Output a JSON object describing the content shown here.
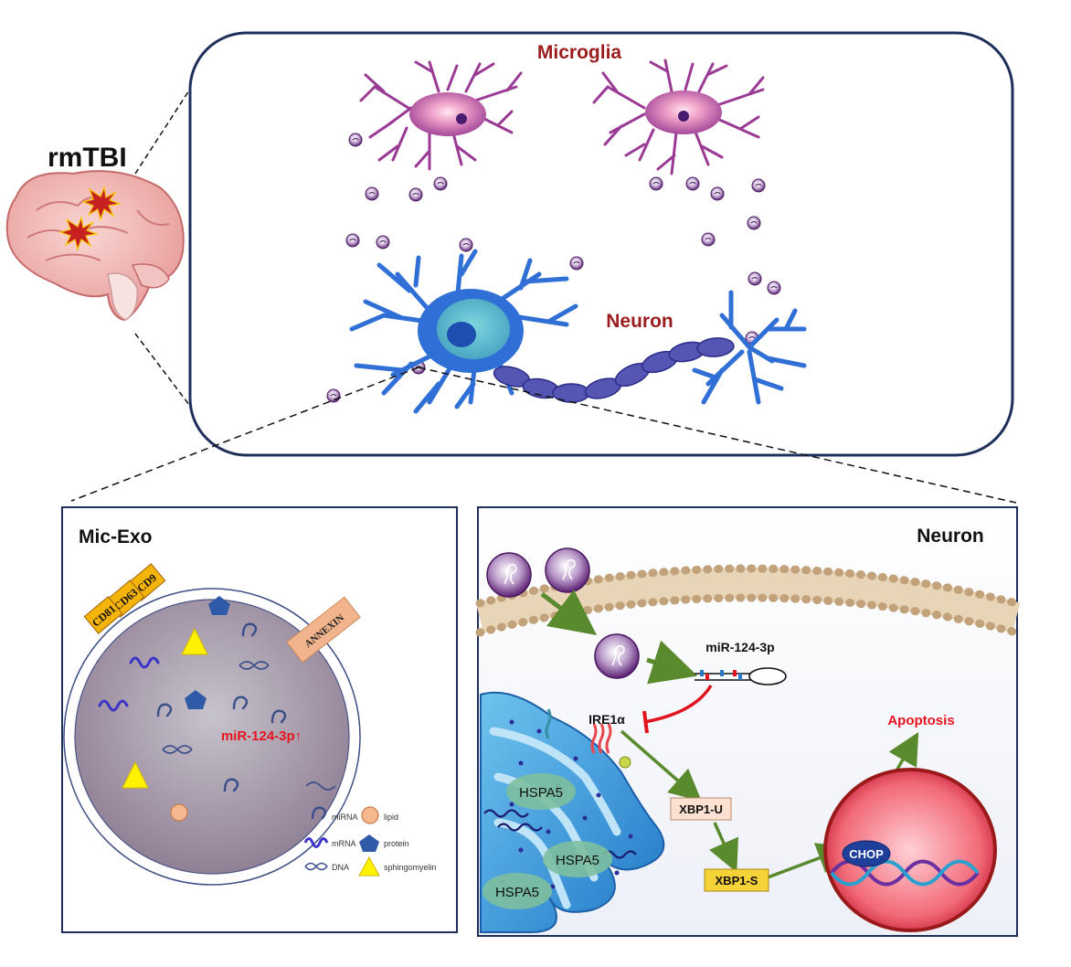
{
  "top_panel": {
    "microglia_label": "Microglia",
    "neuron_label": "Neuron",
    "brain_label": "rmTBI"
  },
  "left_panel": {
    "title": "Mic-Exo",
    "markers": [
      "CD9",
      "CD63",
      "CD81"
    ],
    "annexin_label": "ANNEXIN",
    "mirna_label": "miR-124-3p↑",
    "legend": {
      "mirna": "miRNA",
      "lipid": "lipid",
      "mrna": "mRNA",
      "protein": "protein",
      "dna": "DNA",
      "sphingomyelin": "sphingomyelin"
    }
  },
  "right_panel": {
    "title": "Neuron",
    "mirna_label": "miR-124-3p",
    "ire1a_label": "IRE1α",
    "xbp1u_label": "XBP1-U",
    "xbp1s_label": "XBP1-S",
    "chop_label": "CHOP",
    "apoptosis_label": "Apoptosis",
    "hspa5_labels": [
      "HSPA5",
      "HSPA5",
      "HSPA5"
    ]
  },
  "colors": {
    "dark_red_label": "#9b1c1c",
    "panel_border": "#1f2f5c",
    "apoptosis_red": "#e5141e",
    "arrow_green": "#5a8a2e",
    "inhibit_red": "#e0141e",
    "neuron_blue": "#2f6fd6",
    "microglia_purple": "#a14a9c",
    "exosome_grey": "#a69aa8",
    "marker_orange": "#f5b40a",
    "annexin_peach": "#f2b48c",
    "nucleus_red": "#f26a78"
  }
}
